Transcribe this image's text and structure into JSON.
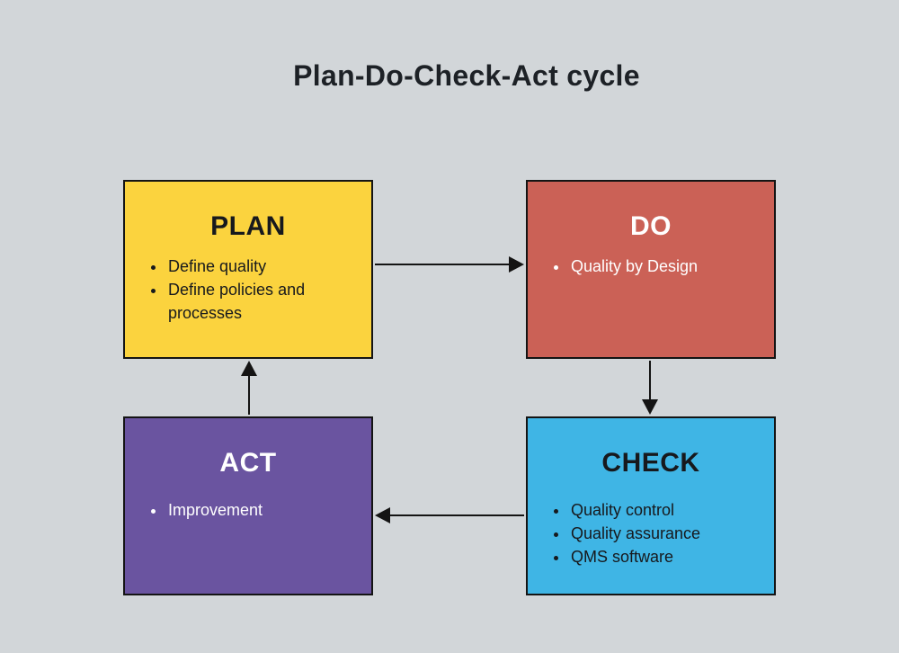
{
  "title": "Plan-Do-Check-Act cycle",
  "colors": {
    "background": "#D2D6D9",
    "border": "#141414",
    "arrow": "#141414",
    "title_text": "#1D2126"
  },
  "boxes": [
    {
      "id": "plan",
      "label": "PLAN",
      "items": [
        "Define quality",
        "Define policies and processes"
      ],
      "bg": "#FBD33E",
      "text": "#17191D"
    },
    {
      "id": "do",
      "label": "DO",
      "items": [
        "Quality by Design"
      ],
      "bg": "#CB6156",
      "text": "#FFFFFF"
    },
    {
      "id": "check",
      "label": "CHECK",
      "items": [
        "Quality control",
        "Quality assurance",
        "QMS software"
      ],
      "bg": "#3FB5E5",
      "text": "#17191D"
    },
    {
      "id": "act",
      "label": "ACT",
      "items": [
        "Improvement"
      ],
      "bg": "#6A54A0",
      "text": "#FFFFFF"
    }
  ],
  "arrows": [
    {
      "from": "plan",
      "to": "do",
      "direction": "right"
    },
    {
      "from": "do",
      "to": "check",
      "direction": "down"
    },
    {
      "from": "check",
      "to": "act",
      "direction": "left"
    },
    {
      "from": "act",
      "to": "plan",
      "direction": "up"
    }
  ]
}
